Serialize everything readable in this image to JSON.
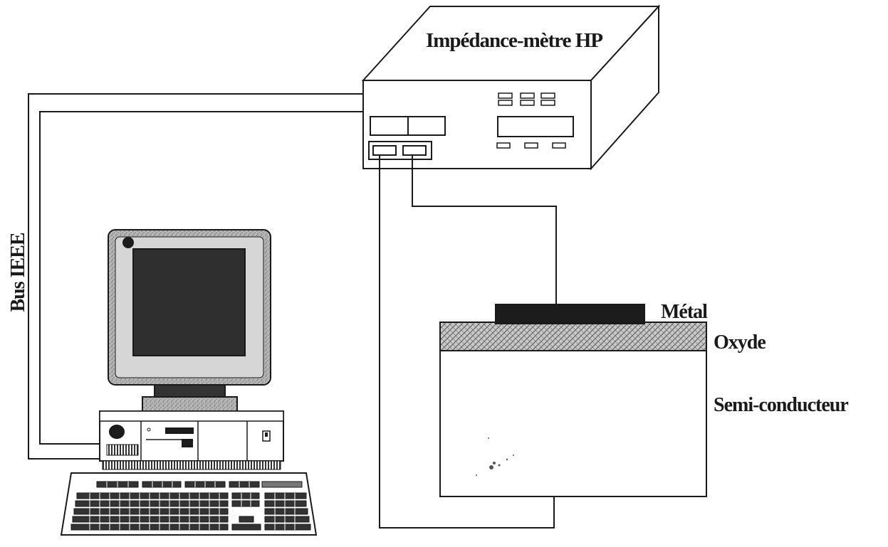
{
  "labels": {
    "instrument": "Impédance-mètre HP",
    "bus": "Bus IEEE",
    "metal": "Métal",
    "oxide": "Oxyde",
    "semiconductor": "Semi-conducteur"
  },
  "colors": {
    "line": "#1a1a1a",
    "metal": "#1c1c1c",
    "screen": "#2f2f2f",
    "bezel": "#9a9a9a",
    "oxide": "#8a8a8a",
    "paper": "#ffffff"
  }
}
